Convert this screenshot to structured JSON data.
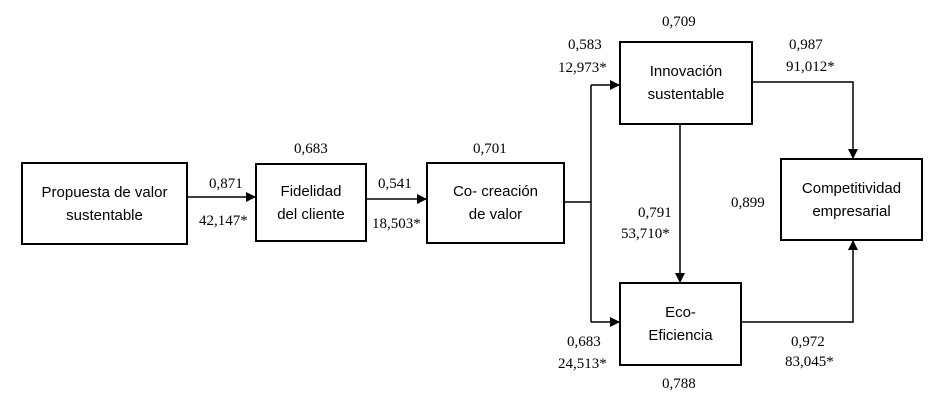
{
  "nodes": {
    "propuesta": {
      "label": "Propuesta de valor\nsustentable"
    },
    "fidelidad": {
      "label": "Fidelidad\ndel cliente",
      "r2": "0,683"
    },
    "cocreacion": {
      "label": "Co- creación\nde valor",
      "r2": "0,701"
    },
    "innovacion": {
      "label": "Innovación\nsustentable",
      "r2": "0,709"
    },
    "ecoeficiencia": {
      "label": "Eco-\nEficiencia",
      "r2": "0,788"
    },
    "competitividad": {
      "label": "Competitividad\nempresarial",
      "r2": "0,899"
    }
  },
  "paths": {
    "propuesta_fidelidad": {
      "coef": "0,871",
      "t": "42,147*"
    },
    "fidelidad_cocreacion": {
      "coef": "0,541",
      "t": "18,503*"
    },
    "cocreacion_innovacion": {
      "coef": "0,583",
      "t": "12,973*"
    },
    "cocreacion_ecoeficiencia": {
      "coef": "0,683",
      "t": "24,513*"
    },
    "innovacion_ecoeficiencia": {
      "coef": "0,791",
      "t": "53,710*"
    },
    "innovacion_competitividad": {
      "coef": "0,987",
      "t": "91,012*"
    },
    "ecoeficiencia_competitividad": {
      "coef": "0,972",
      "t": "83,045*"
    }
  }
}
